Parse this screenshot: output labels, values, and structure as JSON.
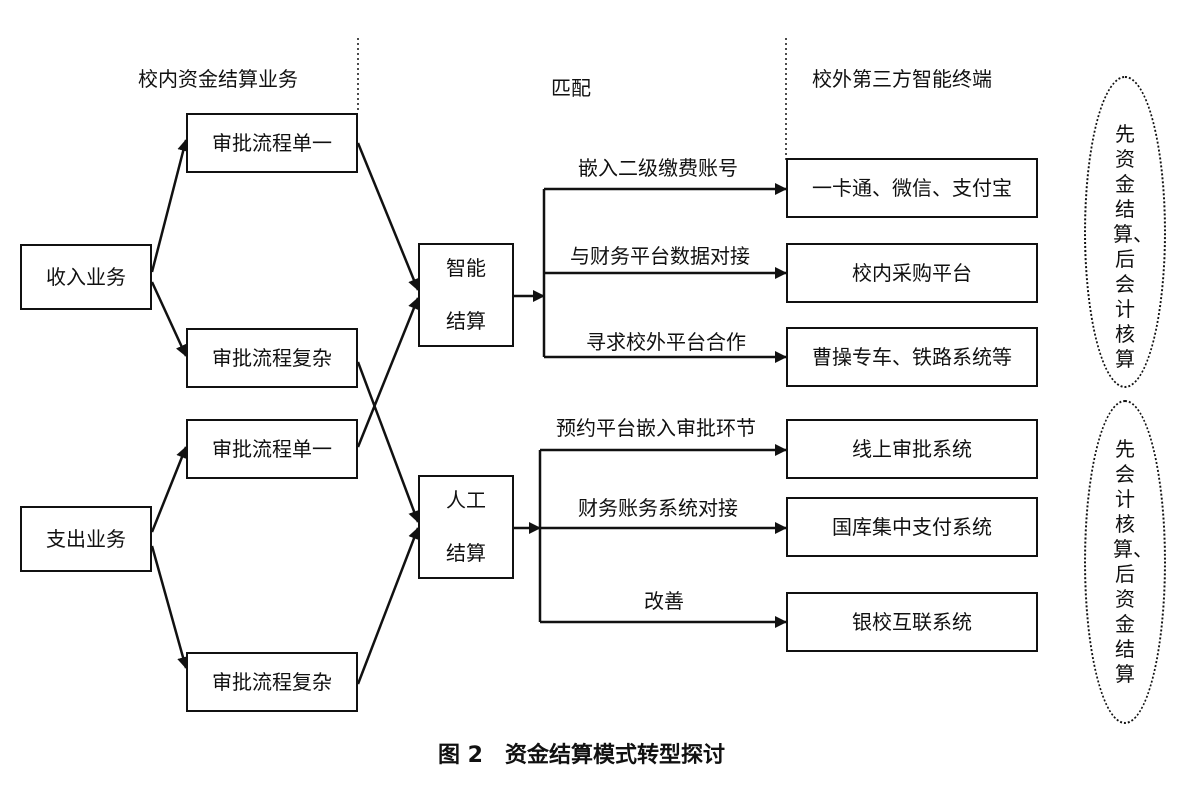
{
  "headers": {
    "left": "校内资金结算业务",
    "middle": "匹配",
    "right": "校外第三方智能终端"
  },
  "nodes": {
    "income": "收入业务",
    "expense": "支出业务",
    "approval_simple_1": "审批流程单一",
    "approval_complex_1": "审批流程复杂",
    "approval_simple_2": "审批流程单一",
    "approval_complex_2": "审批流程复杂",
    "smart_settlement_line1": "智能",
    "smart_settlement_line2": "结算",
    "manual_settlement_line1": "人工",
    "manual_settlement_line2": "结算",
    "terminal_card": "一卡通、微信、支付宝",
    "terminal_procurement": "校内采购平台",
    "terminal_cao": "曹操专车、铁路系统等",
    "terminal_online_approval": "线上审批系统",
    "terminal_treasury": "国库集中支付系统",
    "terminal_bank": "银校互联系统"
  },
  "edge_labels": {
    "embed_account": "嵌入二级缴费账号",
    "finance_platform": "与财务平台数据对接",
    "seek_cooperation": "寻求校外平台合作",
    "reservation_embed": "预约平台嵌入审批环节",
    "accounting_system": "财务账务系统对接",
    "improve": "改善"
  },
  "ovals": {
    "top": "先资金结算、后会计核算",
    "bottom": "先会计核算、后资金结算"
  },
  "caption": "图 2　资金结算模式转型探讨"
}
